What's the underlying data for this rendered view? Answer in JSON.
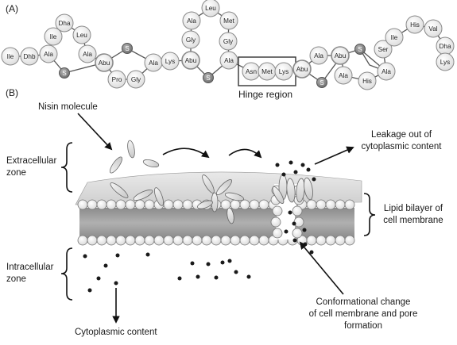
{
  "panels": {
    "a": "(A)",
    "b": "(B)"
  },
  "residues": {
    "r1": "Ile",
    "r2": "Dhb",
    "r3": "Ala",
    "r4": "Ile",
    "r5": "Dha",
    "r6": "Leu",
    "r7": "Ala",
    "r8": "S",
    "r9": "Abu",
    "r10": "Pro",
    "r11": "Gly",
    "r12": "S",
    "r13": "Ala",
    "r14": "Lys",
    "r15": "Abu",
    "r16": "S",
    "r17": "Gly",
    "r18": "Ala",
    "r19": "Leu",
    "r20": "Met",
    "r21": "Gly",
    "r22": "Ala",
    "r23": "Asn",
    "r24": "Met",
    "r25": "Lys",
    "r26": "Abu",
    "r27": "Ala",
    "r28": "S",
    "r29": "Abu",
    "r30": "Ala",
    "r31": "S",
    "r32": "His",
    "r33": "Ala",
    "r34": "Ser",
    "r35": "Ile",
    "r36": "His",
    "r37": "Val",
    "r38": "Dha",
    "r39": "Lys"
  },
  "hinge_label": "Hinge region",
  "labels": {
    "nisin_molecule": "Nisin molecule",
    "extracellular_1": "Extracellular",
    "extracellular_2": "zone",
    "intracellular_1": "Intracellular",
    "intracellular_2": "zone",
    "leakage_1": "Leakage out of",
    "leakage_2": "cytoplasmic content",
    "bilayer_1": "Lipid bilayer of",
    "bilayer_2": "cell membrane",
    "conformational_1": "Conformational change",
    "conformational_2": "of cell membrane and pore",
    "conformational_3": "formation",
    "cytoplasmic_content": "Cytoplasmic content"
  }
}
